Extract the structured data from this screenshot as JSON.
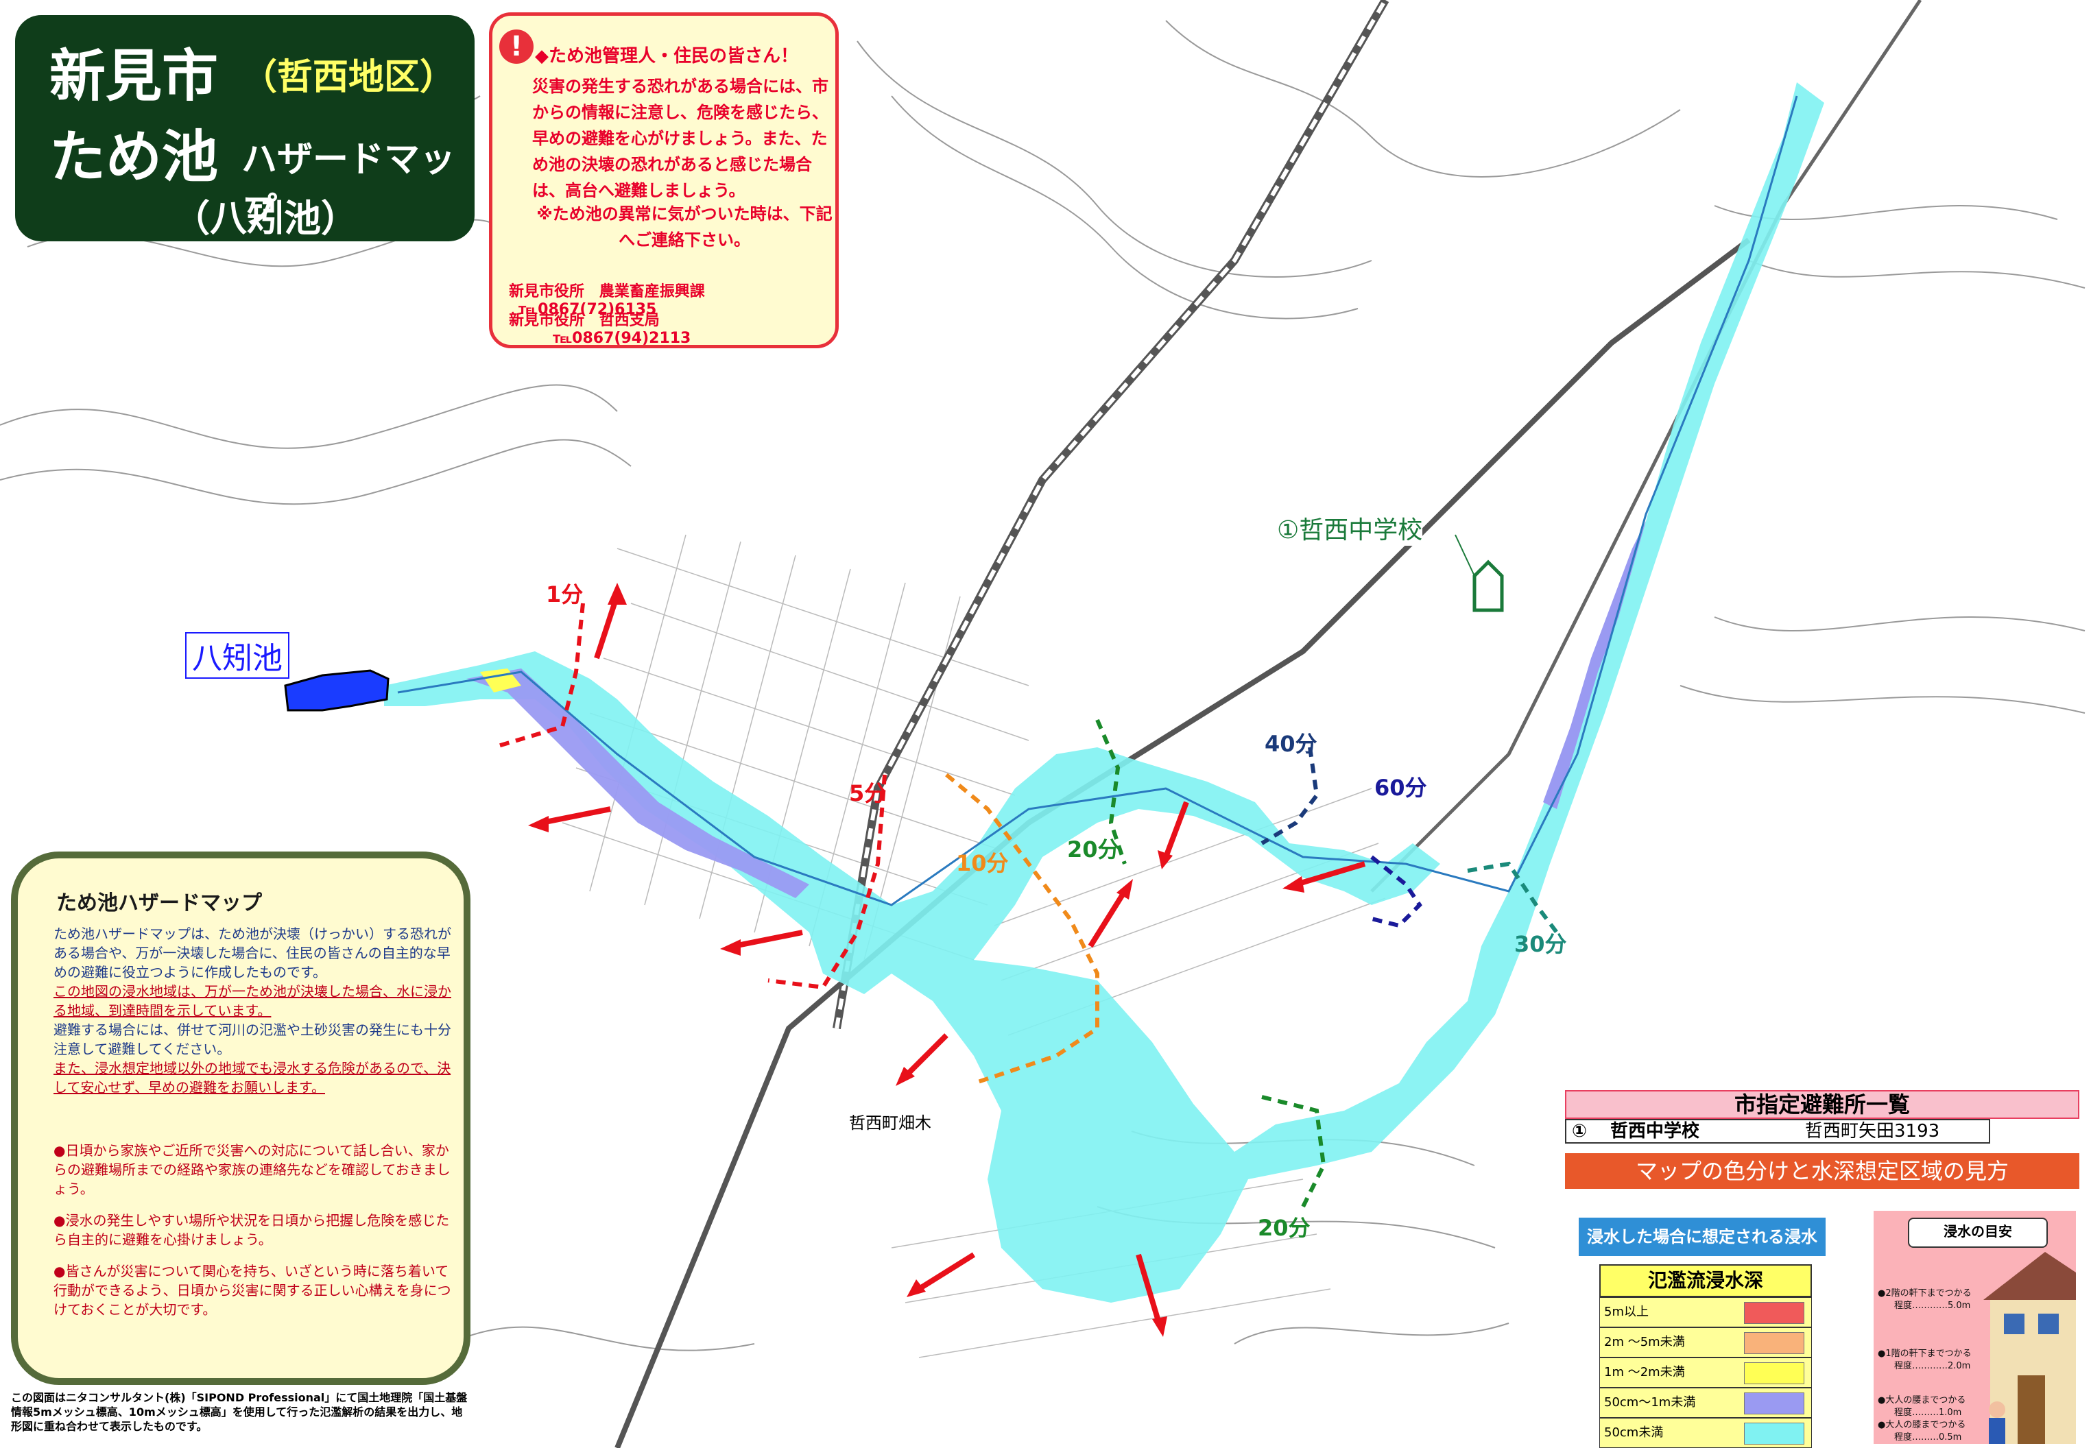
{
  "title": {
    "city": "新見市",
    "district": "（哲西地区）",
    "main": "ため池",
    "sub": "ハザードマップ",
    "pond": "（八矧池）"
  },
  "warning": {
    "heading": "◆ため池管理人・住民の皆さん！",
    "body": "災害の発生する恐れがある場合には、市からの情報に注意し、危険を感じたら、早めの避難を心がけましょう。また、ため池の決壊の恐れがあると感じた場合は、高台へ避難しましょう。",
    "notice": "※ため池の異常に気がついた時は、下記へご連絡下さい。",
    "contacts": [
      {
        "office": "新見市役所",
        "dept": "農業畜産振興課",
        "tel": "℡0867(72)6135"
      },
      {
        "office": "新見市役所",
        "dept": "哲西支局",
        "tel": "℡0867(94)2113"
      }
    ]
  },
  "info": {
    "heading": "ため池ハザードマップ",
    "p1": "ため池ハザードマップは、ため池が決壊（けっかい）する恐れがある場合や、万が一決壊した場合に、住民の皆さんの自主的な早めの避難に役立つように作成したものです。",
    "p2": "この地図の浸水地域は、万が一ため池が決壊した場合、水に浸かる地域、到達時間を示しています。",
    "p3": "避難する場合には、併せて河川の氾濫や土砂災害の発生にも十分注意して避難してください。",
    "p4": "また、浸水想定地域以外の地域でも浸水する危険があるので、決して安心せず、早めの避難をお願いします。",
    "bullets": [
      "●日頃から家族やご近所で災害への対応について話し合い、家からの避難場所までの経路や家族の連絡先などを確認しておきましょう。",
      "●浸水の発生しやすい場所や状況を日頃から把握し危険を感じたら自主的に避難を心掛けましょう。",
      "●皆さんが災害について関心を持ち、いざという時に落ち着いて行動ができるよう、日頃から災害に関する正しい心構えを身につけておくことが大切です。"
    ]
  },
  "credit": "この図面はニタコンサルタント(株)「SIPOND Professional」にて国土地理院「国土基盤情報5mメッシュ標高、10mメッシュ標高」を使用して行った氾濫解析の結果を出力し、地形図に重ね合わせて表示したものです。",
  "map_labels": {
    "pond": "八矧池",
    "shelter": "①哲西中学校",
    "place": "哲西町畑木",
    "times": [
      "1分",
      "5分",
      "10分",
      "20分",
      "40分",
      "60分",
      "30分",
      "20分"
    ]
  },
  "shelter_list": {
    "title": "市指定避難所一覧",
    "rows": [
      {
        "no": "①",
        "name": "哲西中学校",
        "address": "哲西町矢田3193"
      }
    ]
  },
  "legend": {
    "band": "マップの色分けと水深想定区域の見方",
    "subtitle": "浸水した場合に想定される浸水",
    "table_title": "氾濫流浸水深",
    "rows": [
      {
        "label": "5m以上",
        "color": "#f05a5a"
      },
      {
        "label": "2m ～5m未満",
        "color": "#f9b27a"
      },
      {
        "label": "1m ～2m未満",
        "color": "#ffff55"
      },
      {
        "label": "50cm～1m未満",
        "color": "#9a9af2"
      },
      {
        "label": "50cm未満",
        "color": "#80f2f2"
      }
    ]
  },
  "guide": {
    "heading": "浸水の目安",
    "items": [
      "●2階の軒下までつかる",
      "程度…………5.0m",
      "●1階の軒下までつかる",
      "程度…………2.0m",
      "●大人の腰までつかる",
      "程度………1.0m",
      "●大人の膝までつかる",
      "程度………0.5m"
    ]
  },
  "colors": {
    "title_bg": "#0f3d1a",
    "warn_border": "#e8303a",
    "flood_shallow": "#80f2f2",
    "flood_mid": "#9a9af2",
    "flood_deep": "#ffff55",
    "arrow": "#e8101a",
    "pond_fill": "#1a3cff"
  }
}
